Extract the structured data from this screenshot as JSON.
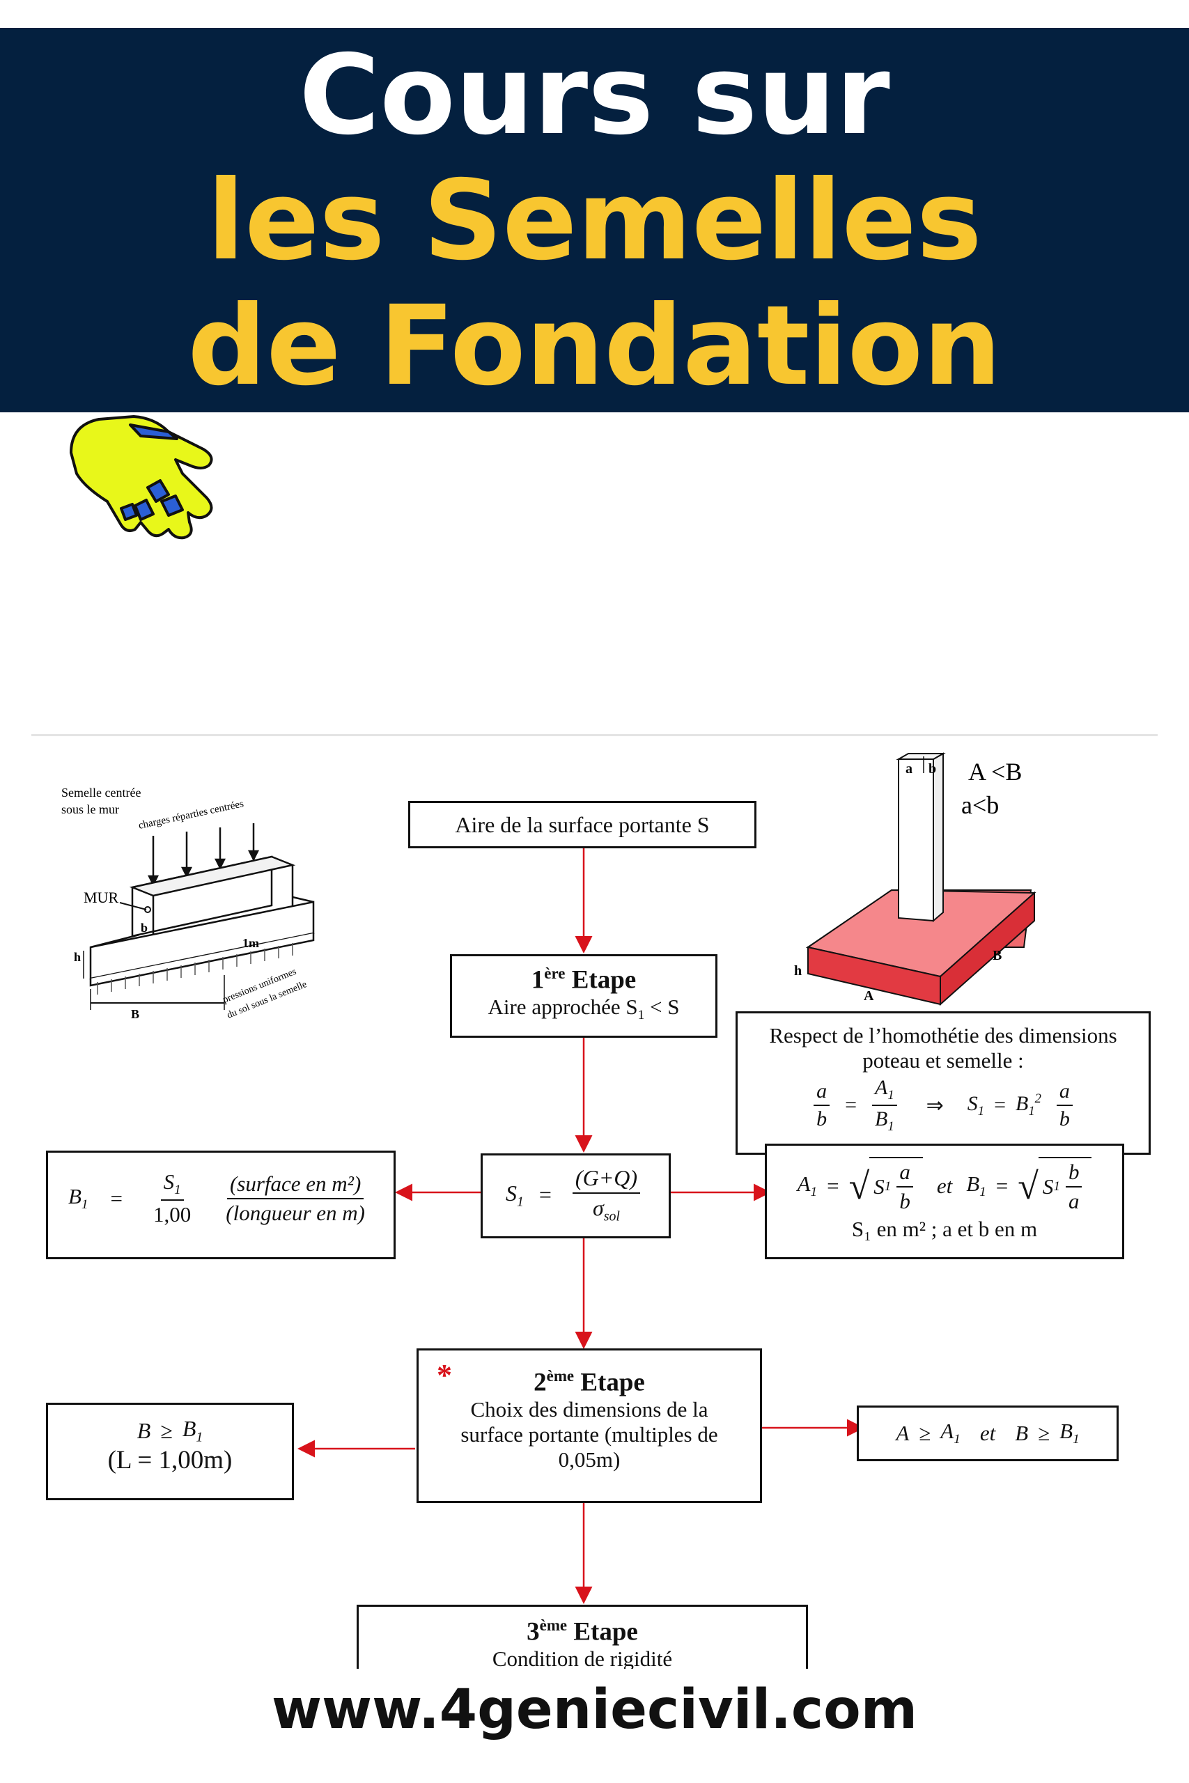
{
  "header": {
    "title_line1": "Cours sur",
    "title_line2": "les Semelles",
    "title_line3": "de Fondation"
  },
  "colors": {
    "banner_bg": "#04203f",
    "title_white": "#ffffff",
    "title_yellow": "#f8c630",
    "arrow_red": "#d8131b",
    "footing_pink": "#f06a6e"
  },
  "icon": {
    "name": "pointing-hand-icon"
  },
  "wall_figure": {
    "caption_line1": "Semelle centrée",
    "caption_line2": "sous le mur",
    "loads_label": "charges réparties centrées",
    "wall_label": "MUR",
    "b_label": "b",
    "length_label": "1m",
    "h_label": "h",
    "B_label": "B",
    "pressure_line1": "pressions uniformes",
    "pressure_line2": "du sol sous la semelle"
  },
  "column_figure": {
    "a_label": "a",
    "b_label": "b",
    "cond1": "A <B",
    "cond2": "a<b",
    "h_label": "h",
    "A_label": "A",
    "B_label": "B"
  },
  "flow": {
    "area_box": "Aire de la surface portante  S",
    "step1_ordinal": "1",
    "step1_sup": "ère",
    "step1_title": "Etape",
    "step1_text_pre": "Aire approchée S",
    "step1_text_sub": "1",
    "step1_text_post": " < S",
    "homothety_line1": "Respect de l’homothétie des dimensions",
    "homothety_line2": "poteau et semelle :",
    "s1_lhs": "S",
    "s1_lhs_sub": "1",
    "s1_num": "(G+Q)",
    "s1_den": "σ",
    "s1_den_sub": "sol",
    "b1_lhs": "B",
    "b1_lhs_sub": "1",
    "b1_num": "S",
    "b1_num_sub": "1",
    "b1_den": "1,00",
    "b1_note1": "(surface   en  m²)",
    "b1_note2": "(longueur   en  m)",
    "a1_et": "et",
    "a1_units": "S₁ en m² ; a et b en m",
    "step2_ordinal": "2",
    "step2_sup": "ème",
    "step2_title": "Etape",
    "step2_line1": "Choix des dimensions de la",
    "step2_line2": "surface portante (multiples de",
    "step2_line3": "0,05m)",
    "step2_star": "*",
    "left2_line2": "(L = 1,00m)",
    "right2_et": "et",
    "step3_ordinal": "3",
    "step3_sup": "ème",
    "step3_title": "Etape",
    "step3_text": "Condition de rigidité"
  },
  "footer": {
    "url": "www.4geniecivil.com"
  }
}
